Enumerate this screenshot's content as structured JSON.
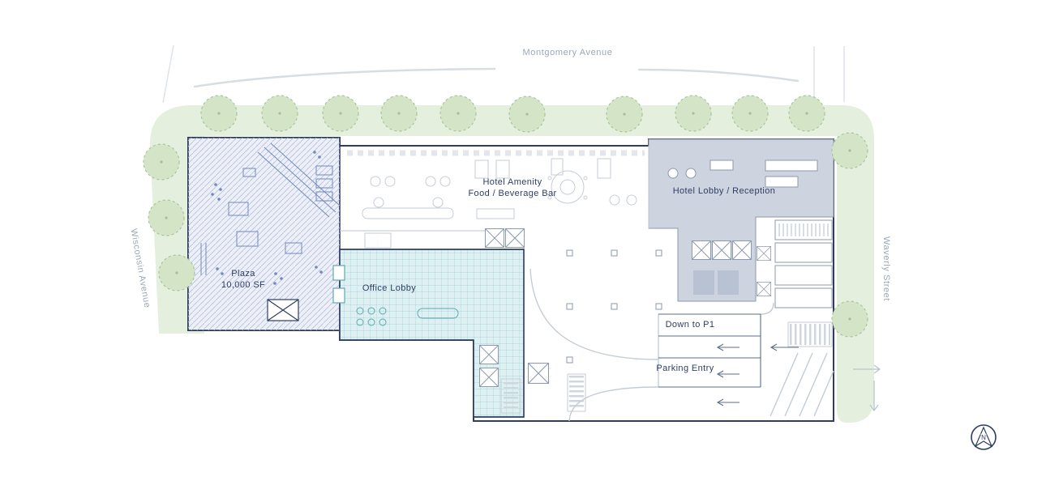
{
  "streets": {
    "top": "Montgomery Avenue",
    "left": "Wisconsin Avenue",
    "right": "Waverly Street"
  },
  "zones": {
    "plaza": {
      "label": "Plaza",
      "area": "10,000 SF"
    },
    "hotel_amenity": {
      "line1": "Hotel Amenity",
      "line2": "Food / Beverage Bar"
    },
    "hotel_lobby": {
      "label": "Hotel Lobby / Reception"
    },
    "office_lobby": {
      "label": "Office Lobby"
    },
    "parking": {
      "down_label": "Down to P1",
      "entry_label": "Parking Entry"
    }
  },
  "compass": {
    "label": "N"
  },
  "colors": {
    "outline": "#2e3d63",
    "green_band": "#e5efde",
    "tree_fill": "#d3e5c6",
    "tree_edge": "#a3c193",
    "plaza_fill": "#eef0f7",
    "plaza_hatch": "#b3bfdf",
    "plaza_detail": "#7289bf",
    "lobby_gray": "#ced4df",
    "office_fill": "#def0f2",
    "office_grid": "#84c8ce",
    "office_accent": "#5fa9b0",
    "detail_gray": "#c6ced8",
    "detail_dark": "#8d99ad",
    "street_gray": "#9aa8b8",
    "road_gray": "#d6dde3",
    "ramp_dark": "#5d6d88"
  }
}
